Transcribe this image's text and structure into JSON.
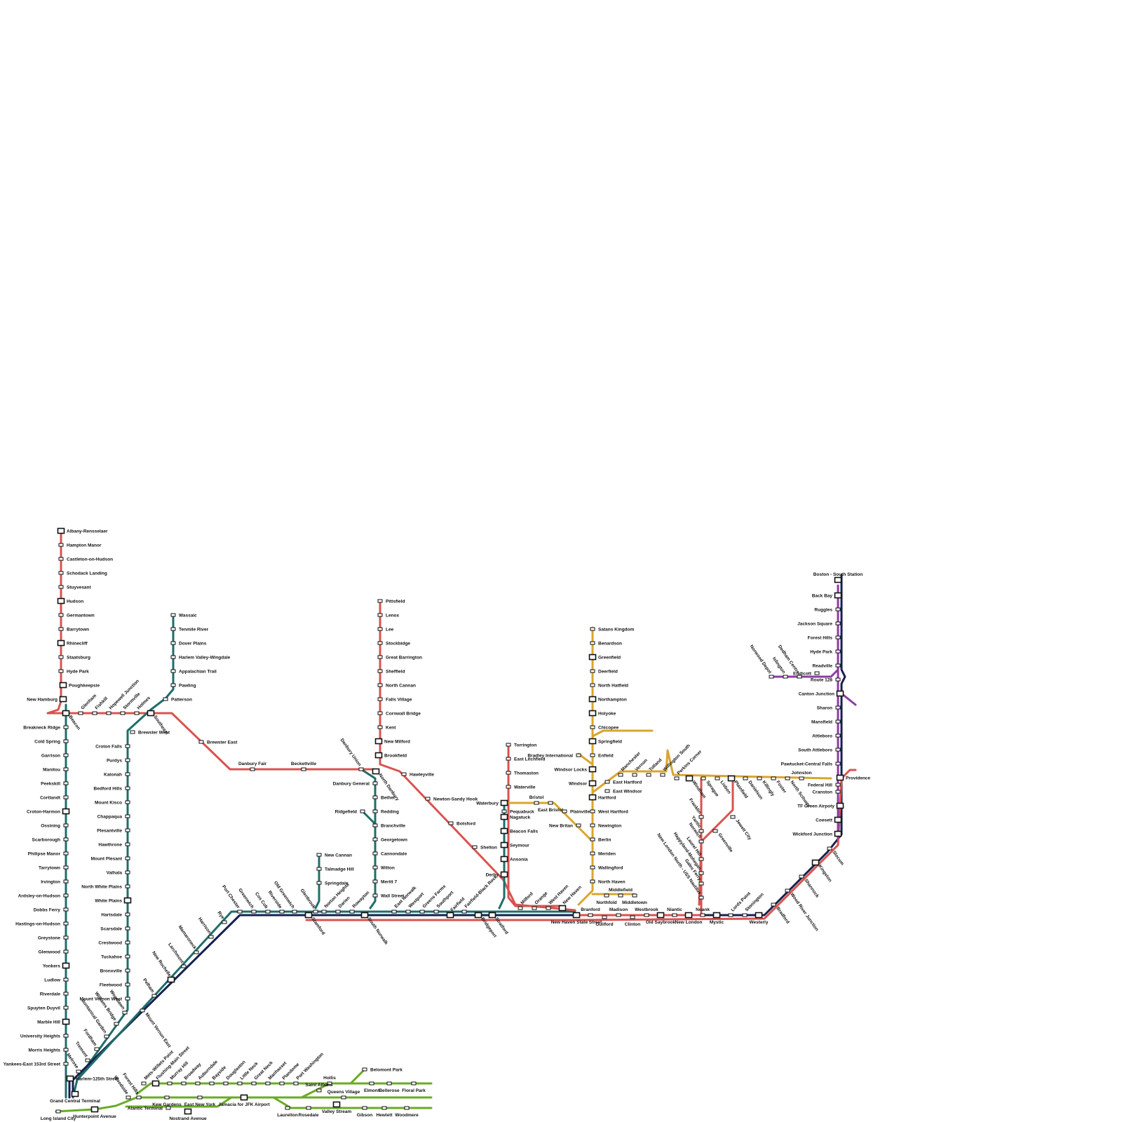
{
  "colors": {
    "hudson_red": "#d9534f",
    "harlem_teal": "#1e6e6a",
    "navy": "#16214f",
    "gold": "#d9a52f",
    "purple": "#8e3aa6",
    "li_green": "#6aab27"
  },
  "stations": [
    "Albany-Rensselaer",
    "Hampton Manor",
    "Castleton-on-Hudson",
    "Schodack Landing",
    "Stuyvesant",
    "Hudson",
    "Germantown",
    "Barrytown",
    "Rhinecliff",
    "Staatsburg",
    "Hyde Park",
    "Poughkeepsie",
    "New Hamburg",
    "Beacon",
    "Breakneck Ridge",
    "Cold Spring",
    "Garrison",
    "Manitou",
    "Peekskill",
    "Cortlandt",
    "Croton-Harmon",
    "Ossining",
    "Scarborough",
    "Philipse Manor",
    "Tarrytown",
    "Irvington",
    "Ardsley-on-Hudson",
    "Dobbs Ferry",
    "Hastings-on-Hudson",
    "Greystone",
    "Glenwood",
    "Yonkers",
    "Ludlow",
    "Riverdale",
    "Spuyten Duyvil",
    "Marble Hill",
    "University Heights",
    "Morris Heights",
    "Yankees-East 153rd Street",
    "Harlem-125th Street",
    "Grand Central Terminal",
    "Glenham",
    "Fishkill",
    "Hopewell Junction",
    "Stormville",
    "Holmes",
    "Southeast",
    "Brewster West",
    "Brewster East",
    "Danbury Fair",
    "Beckettville",
    "Danbury Union",
    "Wassaic",
    "Tenmile River",
    "Dover Plains",
    "Harlem Valley-Wingdale",
    "Appalachian Trail",
    "Pawling",
    "Patterson",
    "Croton Falls",
    "Purdys",
    "Katonah",
    "Bedford Hills",
    "Mount Kisco",
    "Chappaqua",
    "Plesantville",
    "Hawthrone",
    "Mount Plesant",
    "Valhala",
    "North White Plains",
    "White Plains",
    "Hartsdale",
    "Scarsdale",
    "Crestwood",
    "Tuckahoe",
    "Bronxville",
    "Fleetwood",
    "Mount Vernon West",
    "Woodlawn",
    "Williams Bridge",
    "Bontanical Garden",
    "Fordham",
    "Tremont",
    "Melrose",
    "Mount Vernon East",
    "Pelham",
    "New Rochelle",
    "Larchmont",
    "Mamaroneck",
    "Harrison",
    "Rye",
    "Port Chester",
    "Greenwich",
    "Cos Cob",
    "Riverside",
    "Old Greenwich",
    "Stamford",
    "Glenbrook",
    "Norton Heights",
    "Darien",
    "Rowayton",
    "South Norwalk",
    "East Norwalk",
    "Westport",
    "Greens Farms",
    "Southport",
    "Fairfield",
    "Fairfield-Black Rock",
    "Bridgeport",
    "Stratford",
    "Milford",
    "Orange",
    "West Haven",
    "New Haven",
    "New Haven State Street",
    "New Cannan",
    "Talmadge Hill",
    "Springdale",
    "Pittsfield",
    "Lenox",
    "Lee",
    "Stockbidge",
    "Great Barrington",
    "Sheffield",
    "North Cannan",
    "Falls Village",
    "Cornwall Bridge",
    "Kent",
    "New Milford",
    "Brookfield",
    "North Danbury",
    "Danbury General",
    "Bethel",
    "Ridgefield",
    "Redding",
    "Branchville",
    "Georgetown",
    "Cannondale",
    "Wilton",
    "Meritt 7",
    "Wall Street",
    "Hawleyville",
    "Newton-Sandy Hook",
    "Botsford",
    "Shelton",
    "Derby",
    "Torrington",
    "East Litchfield",
    "Thomaston",
    "Waterville",
    "Waterbury",
    "Pequabuck",
    "Bristol",
    "East Bristol",
    "Plainville",
    "New Britan",
    "Nagatuck",
    "Beacon Falls",
    "Seymour",
    "Ansonia",
    "Satans Kingdom",
    "Benardson",
    "Greenfield",
    "Deerfield",
    "North Hatfield",
    "Northampton",
    "Holyoke",
    "Chicopee",
    "Springfield",
    "Enfield",
    "Bradley International",
    "Windsor Locks",
    "Windsor",
    "Hartford",
    "West Hartford",
    "Newington",
    "Berlin",
    "Meriden",
    "Wallingford",
    "North Haven",
    "Northfold",
    "Middlefield",
    "Middletown",
    "East Hartford",
    "East Windsor",
    "Manchester",
    "Vernon",
    "Tolland",
    "Willington South",
    "Perkins Corner",
    "Branford",
    "Guilford",
    "Madison",
    "Clinton",
    "Westbrook",
    "Old Saybrook",
    "Niantic",
    "New London",
    "Noank",
    "Mystic",
    "Lords Point",
    "Stonington",
    "Westerly",
    "Bradford",
    "Wood River Junction",
    "Shannock",
    "Kingston",
    "Slocum",
    "Windham",
    "Sprague",
    "Lisbon",
    "Plainfield",
    "Danielson",
    "Killingly",
    "Foster",
    "North Scituate",
    "Johnston",
    "Franklin",
    "Yantic",
    "Norwich",
    "Laurel Hill",
    "Happyland-Mohegan",
    "Gales Ferry",
    "New London North - USS Nautilus",
    "Greenville",
    "Jewett City",
    "Boston - South Station",
    "Back Bay",
    "Ruggles",
    "Jackson Square",
    "Forest Hills",
    "Hyde Park",
    "Readville",
    "Endicott",
    "Route 128",
    "Canton Junction",
    "Sharon",
    "Mansfield",
    "Attleboro",
    "South Attleboro",
    "Pawtucket-Central Falls",
    "Providence",
    "Federal Hill",
    "Cranston",
    "TF Green Airpoty",
    "Coesett",
    "Wickford Junction",
    "Norwood Depot",
    "Islington",
    "Dedham Centre",
    "Long Island City",
    "Hunterpoint Avenue",
    "Woodside",
    "Forest Hills",
    "Kew Gardens",
    "Alantic Terminal",
    "East New York",
    "Nostrand Avenue",
    "Jamacia for JFK Airport",
    "Mets-Willets Point",
    "Flushing-Main Street",
    "Murray Hill",
    "Broadway",
    "Auburndale",
    "Bayside",
    "Douglaston",
    "Little Neck",
    "Great Neck",
    "Manhasset",
    "Plandome",
    "Port Washington",
    "Hollis",
    "Saint Albans",
    "Queens Village",
    "Belomont Park",
    "Elmont",
    "Bellerose",
    "Floral Park",
    "Laurelton",
    "Rosedale",
    "Valley Stream",
    "Gibson",
    "Hewlett",
    "Woodmere"
  ]
}
